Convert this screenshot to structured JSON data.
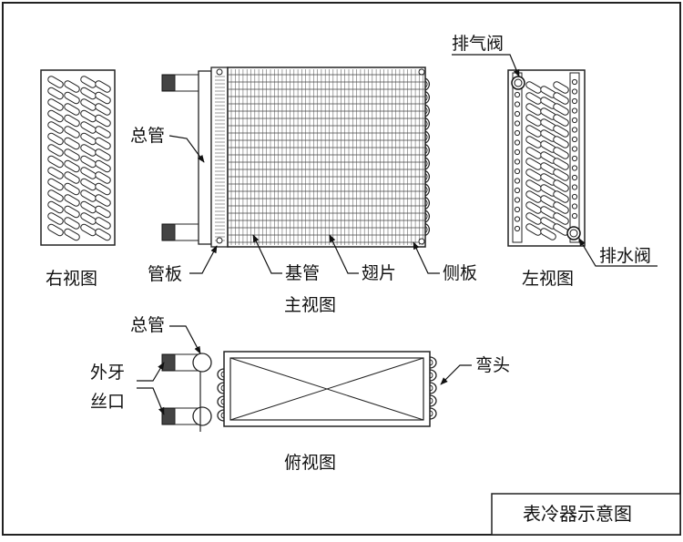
{
  "title_box": "表冷器示意图",
  "views": {
    "right": "右视图",
    "main": "主视图",
    "left": "左视图",
    "top": "俯视图"
  },
  "labels": {
    "header_main": "总管",
    "header_top": "总管",
    "tube_plate": "管板",
    "base_tube": "基管",
    "fin": "翅片",
    "side_plate": "侧板",
    "vent_valve": "排气阀",
    "drain_valve": "排水阀",
    "bend": "弯头",
    "thread_line1": "外牙",
    "thread_line2": "丝口"
  }
}
